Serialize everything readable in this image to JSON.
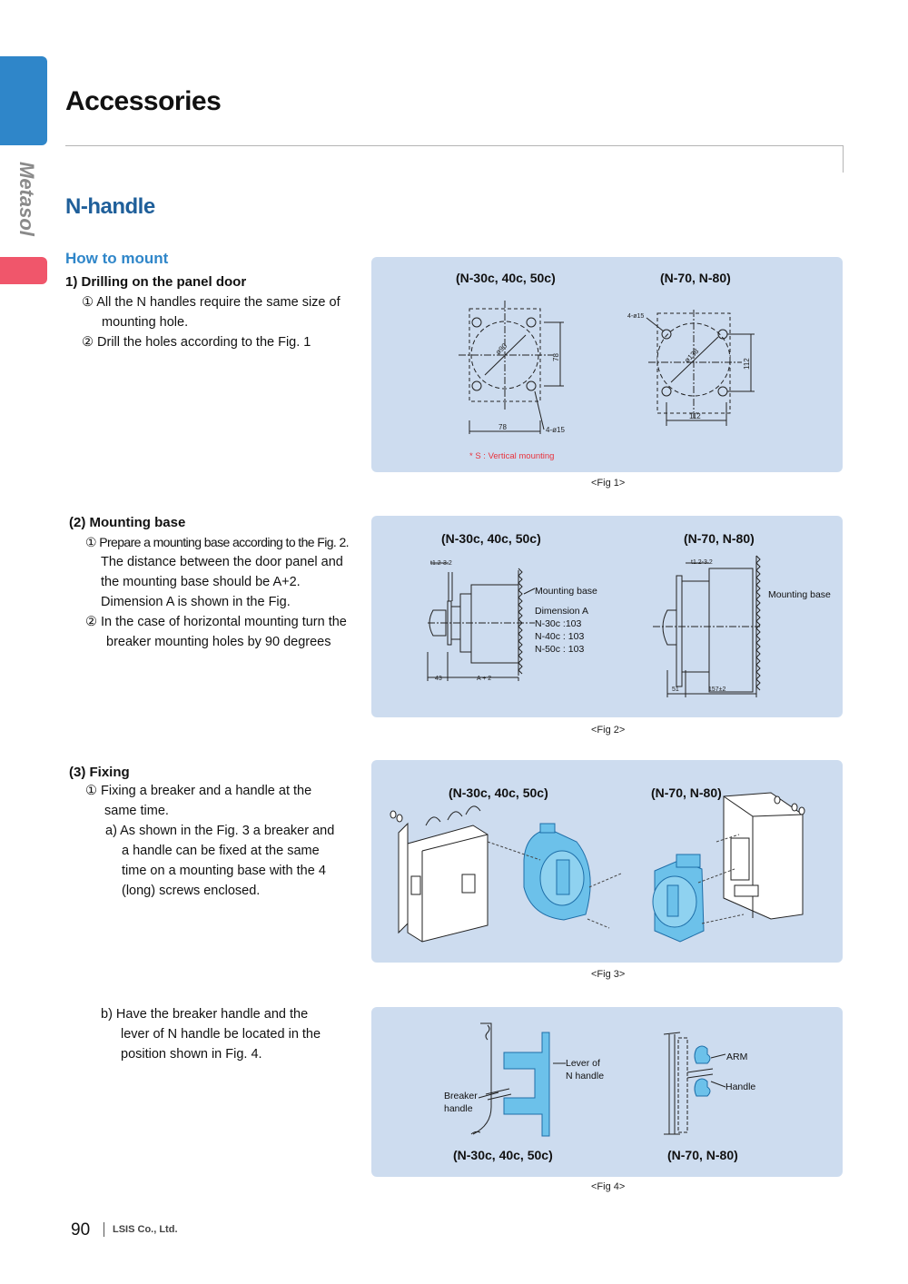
{
  "side": {
    "label": "Metasol"
  },
  "header": {
    "title": "Accessories"
  },
  "section": {
    "title": "N-handle",
    "subtitle": "How to mount"
  },
  "step1": {
    "heading": "1) Drilling on the panel door",
    "items": [
      {
        "line1": "① All the N handles require the same size of",
        "line2": "mounting hole."
      },
      {
        "line1": "② Drill the holes according to the Fig. 1"
      }
    ]
  },
  "fig1": {
    "left_title": "(N-30c, 40c, 50c)",
    "right_title": "(N-70, N-80)",
    "left_dia": "ø90",
    "left_width": "78",
    "left_height": "78",
    "left_holes": "4-ø15",
    "right_holes": "4-ø15",
    "right_dia": "ø138",
    "right_width": "112",
    "right_height": "112",
    "note": "* S : Vertical mounting",
    "caption": "<Fig 1>"
  },
  "step2": {
    "heading": "(2) Mounting base",
    "lines": [
      "① Prepare a mounting base according to the Fig. 2.",
      "The distance between the door panel and",
      "the mounting base should be A+2.",
      "Dimension A is shown in the Fig.",
      "② In the case of horizontal mounting turn the",
      "breaker mounting holes by 90 degrees"
    ]
  },
  "fig2": {
    "left_title": "(N-30c, 40c, 50c)",
    "right_title": "(N-70, N-80)",
    "left_t": "t1.2-3.2",
    "right_t": "t1.2-3.2",
    "mounting_base_left": "Mounting base",
    "dim_title": "Dimension A",
    "dim_30": "N-30c :103",
    "dim_40": "N-40c : 103",
    "dim_50": "N-50c : 103",
    "left_43": "43",
    "left_a2": "A + 2",
    "mounting_base_right": "Mounting base",
    "right_51": "51",
    "right_157": "157±2",
    "caption": "<Fig 2>"
  },
  "step3": {
    "heading": "(3) Fixing",
    "lines": [
      "① Fixing a breaker and a handle at the",
      "same time.",
      "a) As shown in the Fig. 3 a breaker and",
      "a handle can be fixed at the same",
      "time on a mounting base with the 4",
      "(long) screws enclosed."
    ]
  },
  "fig3": {
    "left_title": "(N-30c, 40c, 50c)",
    "right_title": "(N-70, N-80)",
    "caption": "<Fig 3>"
  },
  "step3b": {
    "lines": [
      "b) Have the breaker handle and the",
      "lever of N handle be located in the",
      "position shown in Fig. 4."
    ]
  },
  "fig4": {
    "lever_1": "Lever of",
    "lever_2": "N handle",
    "breaker_1": "Breaker",
    "breaker_2": "handle",
    "arm": "ARM",
    "handle": "Handle",
    "left_title": "(N-30c, 40c, 50c)",
    "right_title": "(N-70, N-80)",
    "caption": "<Fig 4>"
  },
  "footer": {
    "page": "90",
    "company": "LSIS Co., Ltd."
  },
  "colors": {
    "accent_blue": "#2f86c9",
    "accent_pink": "#f0566b",
    "panel": "#cddcef",
    "part_blue": "#6cc1ea"
  }
}
